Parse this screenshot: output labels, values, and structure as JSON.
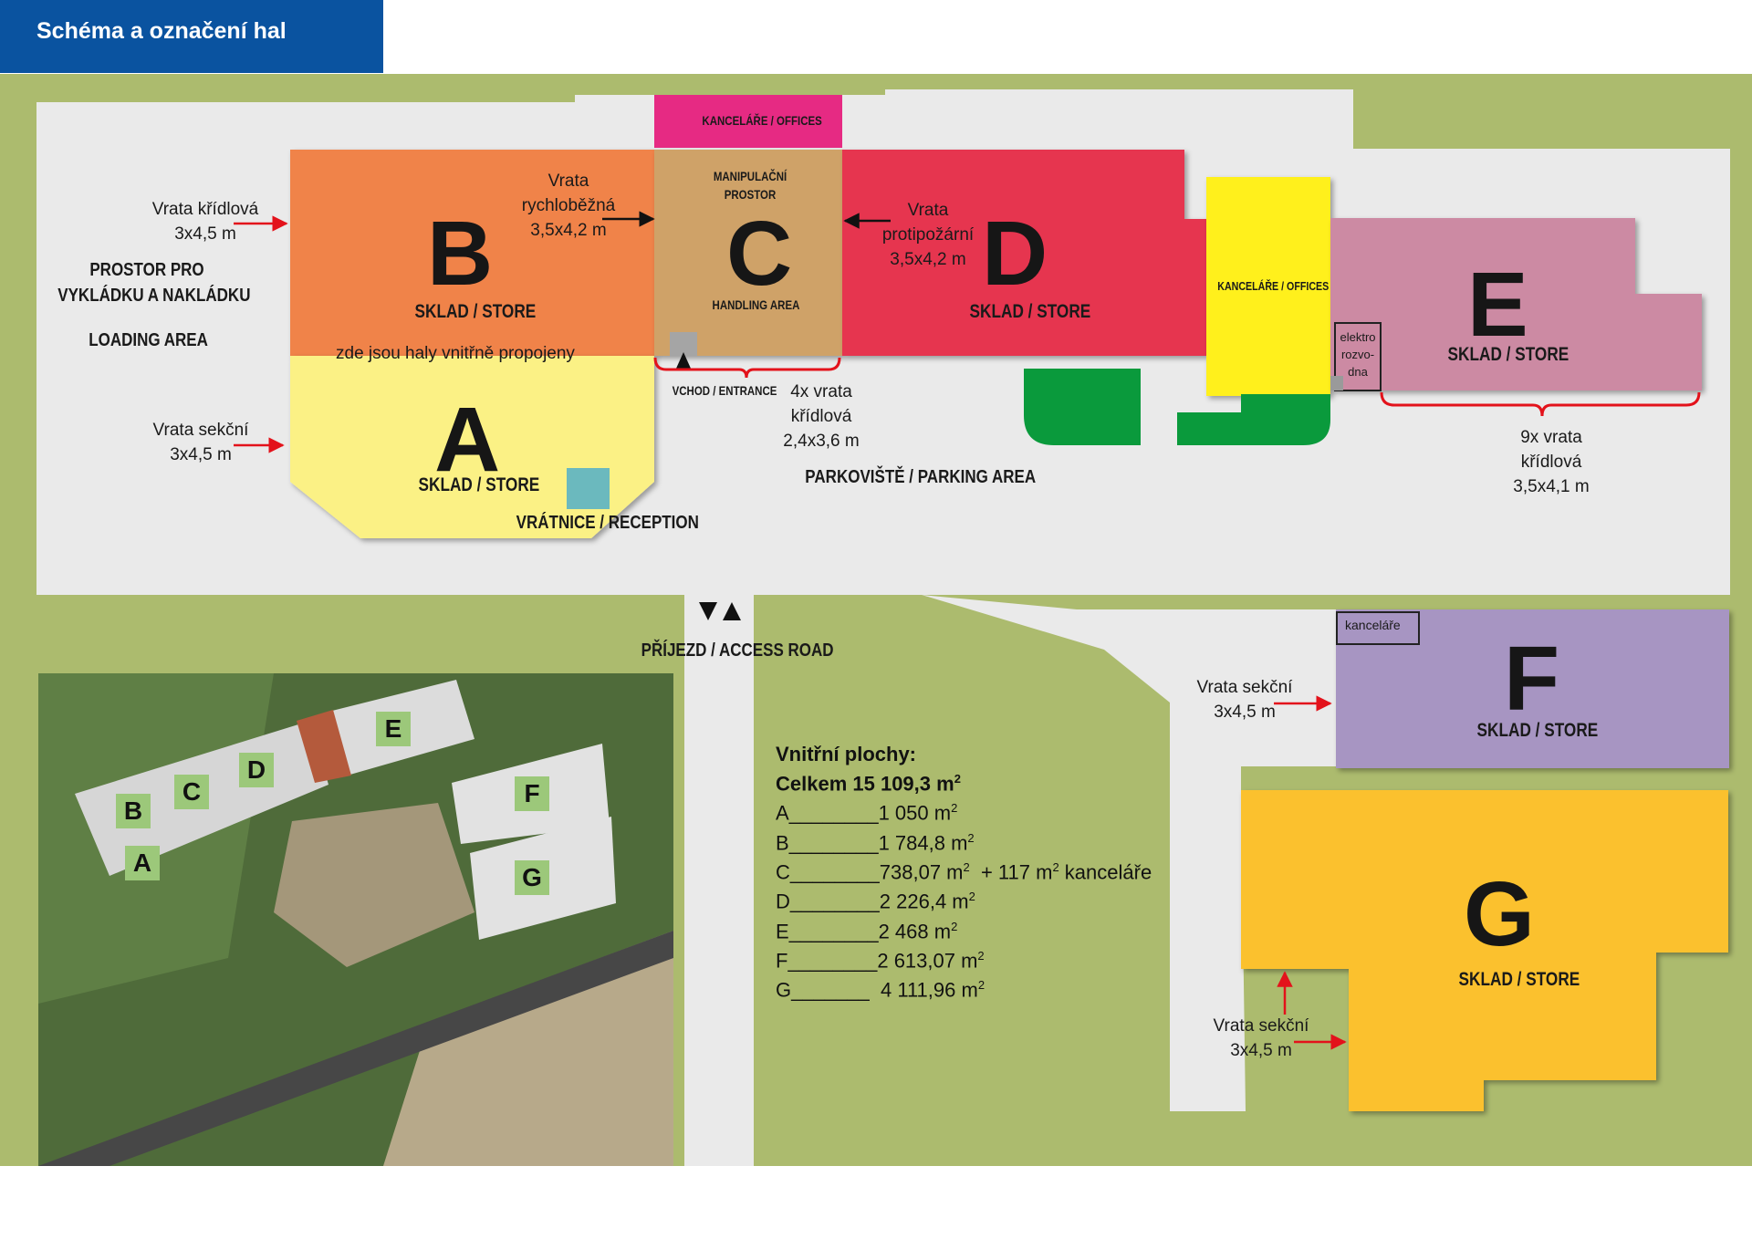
{
  "header": {
    "title": "Schéma a označení hal"
  },
  "halls": {
    "B": {
      "letter": "B",
      "label": "SKLAD / STORE"
    },
    "A": {
      "letter": "A",
      "label": "SKLAD / STORE"
    },
    "C": {
      "letter": "C",
      "top": "MANIPULAČNÍ PROSTOR",
      "label": "HANDLING AREA"
    },
    "D": {
      "letter": "D",
      "label": "SKLAD / STORE"
    },
    "E": {
      "letter": "E",
      "label": "SKLAD / STORE"
    },
    "F": {
      "letter": "F",
      "label": "SKLAD / STORE"
    },
    "G": {
      "letter": "G",
      "label": "SKLAD / STORE"
    }
  },
  "offices": {
    "top": "KANCELÁŘE / OFFICES",
    "yellow": "KANCELÁŘE / OFFICES",
    "f": "kanceláře",
    "elektro": [
      "elektro",
      "rozvo-",
      "dna"
    ]
  },
  "labels": {
    "loading_cz": [
      "PROSTOR PRO",
      "VYKLÁDKU A NAKLÁDKU"
    ],
    "loading_en": "LOADING AREA",
    "connected": "zde jsou haly vnitřně propojeny",
    "reception": "VRÁTNICE / RECEPTION",
    "entrance": "VCHOD / ENTRANCE",
    "parking": "PARKOVIŠTĚ / PARKING AREA",
    "access_road": "PŘÍJEZD / ACCESS ROAD"
  },
  "doors": {
    "b_left": [
      "Vrata křídlová",
      "3x4,5 m"
    ],
    "a_left": [
      "Vrata sekční",
      "3x4,5 m"
    ],
    "bc": [
      "Vrata",
      "rychloběžná",
      "3,5x4,2 m"
    ],
    "cd": [
      "Vrata",
      "protipožární",
      "3,5x4,2 m"
    ],
    "c_bottom": [
      "4x vrata",
      "křídlová",
      "2,4x3,6 m"
    ],
    "e_bottom": [
      "9x vrata",
      "křídlová",
      "3,5x4,1 m"
    ],
    "f_left": [
      "Vrata sekční",
      "3x4,5 m"
    ],
    "g_left": [
      "Vrata sekční",
      "3x4,5 m"
    ]
  },
  "areas": {
    "heading": "Vnitřní plochy:",
    "total_label": "Celkem 15 109,3 m",
    "rows": [
      {
        "name": "A",
        "fill": "________",
        "value": "1 050 m",
        "extra": ""
      },
      {
        "name": "B",
        "fill": "________",
        "value": "1 784,8 m",
        "extra": ""
      },
      {
        "name": "C",
        "fill": "________",
        "value": "738,07 m",
        "extra": "  + 117 m",
        "extra2": " kanceláře"
      },
      {
        "name": "D",
        "fill": "________",
        "value": "2 226,4 m",
        "extra": ""
      },
      {
        "name": "E",
        "fill": "________",
        "value": "2 468 m",
        "extra": ""
      },
      {
        "name": "F",
        "fill": "________",
        "value": "2 613,07 m",
        "extra": ""
      },
      {
        "name": "G",
        "fill": "_______",
        "value": "  4 111,96 m",
        "extra": ""
      }
    ],
    "sup": "2"
  },
  "aerial": {
    "tags": [
      "B",
      "C",
      "D",
      "A",
      "E",
      "F",
      "G"
    ]
  },
  "colors": {
    "grass": "#acbb6e",
    "pavement": "#eaeaea",
    "hall_A": "#fbf185",
    "hall_B": "#f0834a",
    "hall_C": "#cfa267",
    "hall_D": "#e6344f",
    "hall_E": "#cc8aa3",
    "hall_F": "#a795c2",
    "hall_G": "#fbc12e",
    "offices_top": "#e62a83",
    "offices_yellow": "#fff01c",
    "green_areas": "#0a9a3c",
    "reception": "#6bb9be",
    "arrow_red": "#e3121b"
  }
}
